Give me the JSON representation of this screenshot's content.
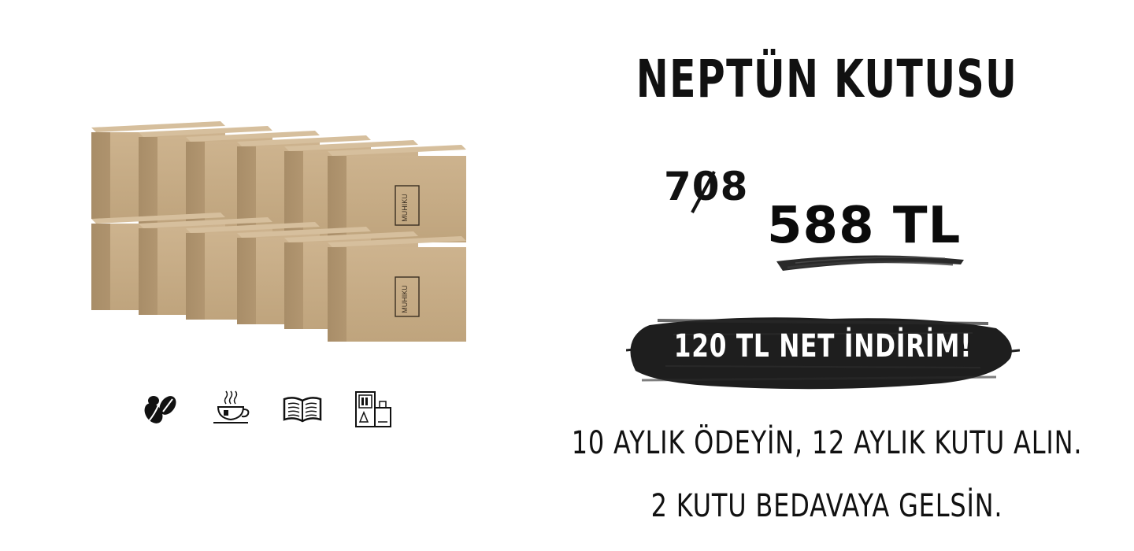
{
  "product": {
    "title": "NEPTÜN KUTUSU",
    "box_brand": "MUHIKU",
    "old_price": "708",
    "new_price": "588 TL",
    "discount_label": "120 TL NET İNDİRİM!",
    "line1": "10 AYLIK ÖDEYİN, 12 AYLIK KUTU ALIN.",
    "line2": "2 KUTU BEDAVAYA GELSİN."
  },
  "icons": [
    {
      "name": "coffee-beans-icon"
    },
    {
      "name": "tea-cup-icon"
    },
    {
      "name": "open-book-icon"
    },
    {
      "name": "gift-items-icon"
    }
  ],
  "colors": {
    "text": "#111111",
    "box_kraft": "#c9ae88",
    "box_dark": "#a88d68",
    "brush": "#1e1e1e",
    "background": "#ffffff"
  }
}
